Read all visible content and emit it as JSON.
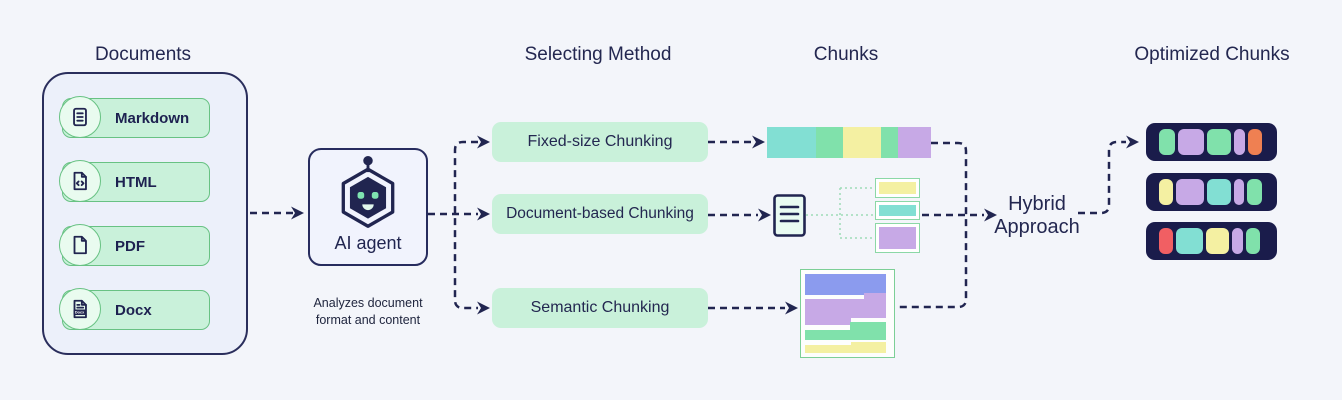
{
  "palette": {
    "navy": "#212550",
    "bar_navy": "#1a1c4b",
    "teal": "#82dfd3",
    "green": "#80e1ab",
    "yellow": "#f4f0a2",
    "purple": "#c7a9e6",
    "blue": "#8b9bee",
    "orange": "#ef8052",
    "red": "#f15f63",
    "mint": "#c9f1da",
    "mint_light": "#e9fbef",
    "green_border": "#68c283",
    "dotted_green": "#9edcb8",
    "page_bg": "#f3f5fa",
    "panel_bg": "#ecf0fa"
  },
  "headings": {
    "documents": "Documents",
    "selecting_method": "Selecting Method",
    "chunks": "Chunks",
    "optimized_chunks": "Optimized Chunks"
  },
  "documents": {
    "items": [
      {
        "label": "Markdown",
        "icon": "document-lines-icon"
      },
      {
        "label": "HTML",
        "icon": "code-document-icon"
      },
      {
        "label": "PDF",
        "icon": "document-icon"
      },
      {
        "label": "Docx",
        "icon": "docx-document-icon",
        "icon_text": "Docx"
      }
    ]
  },
  "agent": {
    "label": "AI agent",
    "caption_line1": "Analyzes document",
    "caption_line2": "format and content"
  },
  "methods": [
    {
      "label": "Fixed-size Chunking"
    },
    {
      "label": "Document-based Chunking"
    },
    {
      "label": "Semantic Chunking"
    }
  ],
  "hybrid": {
    "line1": "Hybrid",
    "line2": "Approach"
  },
  "chunk_visuals": {
    "fixed_bar": [
      {
        "c": "teal",
        "w": 49
      },
      {
        "c": "green",
        "w": 27
      },
      {
        "c": "yellow",
        "w": 38
      },
      {
        "c": "green",
        "w": 17
      },
      {
        "c": "purple",
        "w": 33
      }
    ],
    "doc_boxes": [
      {
        "c": "yellow",
        "h": 20
      },
      {
        "c": "teal",
        "h": 19
      },
      {
        "c": "purple",
        "h": 30
      }
    ],
    "semantic_rows": [
      "blue",
      "purple",
      "green",
      "yellow"
    ],
    "optimized_bars": [
      [
        {
          "c": "green",
          "w": 16
        },
        {
          "c": "purple",
          "w": 26
        },
        {
          "c": "green",
          "w": 24
        },
        {
          "c": "purple",
          "w": 11
        },
        {
          "c": "orange",
          "w": 14
        }
      ],
      [
        {
          "c": "yellow",
          "w": 14
        },
        {
          "c": "purple",
          "w": 28
        },
        {
          "c": "teal",
          "w": 24
        },
        {
          "c": "purple",
          "w": 10
        },
        {
          "c": "green",
          "w": 15
        }
      ],
      [
        {
          "c": "red",
          "w": 14
        },
        {
          "c": "teal",
          "w": 27
        },
        {
          "c": "yellow",
          "w": 23
        },
        {
          "c": "purple",
          "w": 11
        },
        {
          "c": "green",
          "w": 14
        }
      ]
    ]
  }
}
